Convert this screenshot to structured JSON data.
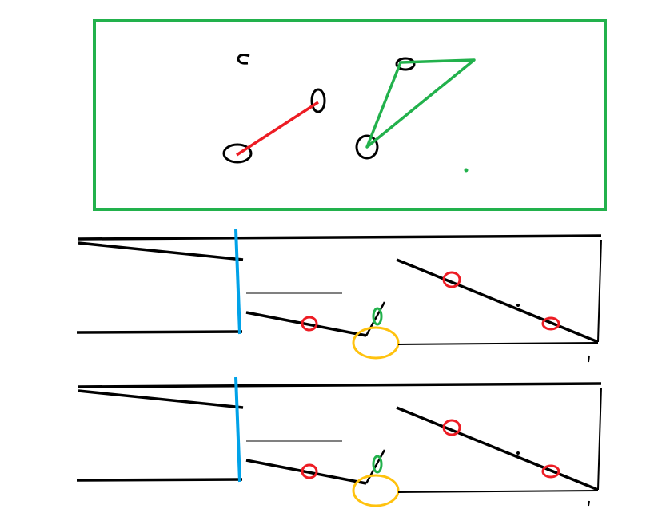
{
  "canvas": {
    "background": "#ffffff"
  },
  "colors": {
    "black": "#000000",
    "green": "#22b14c",
    "red": "#ed1c24",
    "blue": "#00a2e8",
    "orange": "#ffc20e"
  },
  "top_panel": {
    "frame_color": "green",
    "items": [
      "small-c-mark",
      "red-segment",
      "green-triangle",
      "green-dot"
    ]
  },
  "lower_panels": [
    {
      "id": "panel-1",
      "shapes": [
        "black-lines",
        "blue-divider",
        "red-circles",
        "green-ellipse",
        "orange-ellipse"
      ]
    },
    {
      "id": "panel-2",
      "shapes": [
        "black-lines",
        "blue-divider",
        "red-circles",
        "green-ellipse",
        "orange-ellipse"
      ]
    }
  ]
}
